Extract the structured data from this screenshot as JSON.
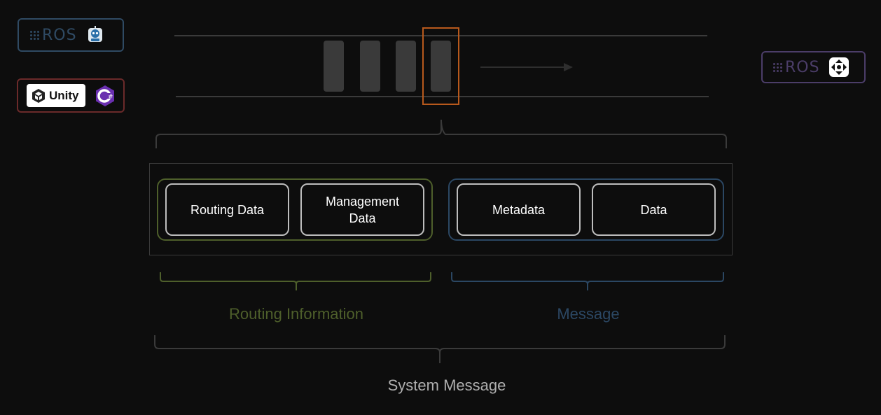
{
  "badges": {
    "ros_top_left": {
      "text": "ROS",
      "icon": "robot-icon",
      "color": "#2f4a63"
    },
    "unity_badge": {
      "text": "Unity",
      "icon": "csharp-icon",
      "color": "#6b2a2a"
    },
    "ros_right": {
      "text": "ROS",
      "icon": "nodes-icon",
      "color": "#4b3d68"
    }
  },
  "message": {
    "fields": {
      "routing_data": "Routing Data",
      "management_data": "Management Data",
      "metadata": "Metadata",
      "data": "Data"
    },
    "groups": {
      "routing_information": "Routing Information",
      "message": "Message",
      "system_message": "System Message"
    }
  },
  "colors": {
    "routing_green": "#4e5f2b",
    "message_blue": "#2b4763",
    "highlight_orange": "#b8591c",
    "label_gray": "#b0b0b0"
  }
}
